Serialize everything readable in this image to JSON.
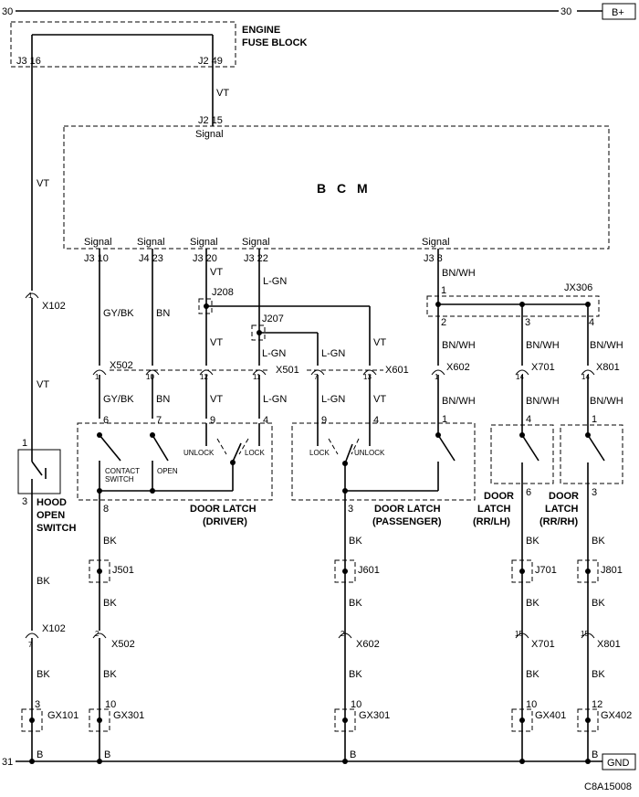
{
  "rails": {
    "top_left_num": "30",
    "top_right_num": "30",
    "top_box": "B+",
    "bottom_left_num": "31",
    "bottom_box": "GND"
  },
  "fuse_block": {
    "line1": "ENGINE",
    "line2": "FUSE BLOCK",
    "pin_left": "J3 16",
    "pin_right": "J2 49",
    "wire": "VT"
  },
  "bcm": {
    "title": "B C M",
    "top_pin": "J2 15",
    "top_signal": "Signal",
    "bottom_pins": [
      {
        "signal": "Signal",
        "pin": "J3 10"
      },
      {
        "signal": "Signal",
        "pin": "J4 23"
      },
      {
        "signal": "Signal",
        "pin": "J3 20"
      },
      {
        "signal": "Signal",
        "pin": "J3 22"
      },
      {
        "signal": "Signal",
        "pin": "J3 8"
      }
    ]
  },
  "hood": {
    "wire_top": "VT",
    "conn1": "X102",
    "pin1": "1",
    "wire_mid": "VT",
    "sw_pin_top": "1",
    "sw_pin_bot": "3",
    "label": [
      "HOOD",
      "OPEN",
      "SWITCH"
    ],
    "wire_bot": "BK",
    "conn2": "X102",
    "pin2": "7",
    "wire_gnd": "BK",
    "gnd_pin": "3",
    "gnd_name": "GX101",
    "gnd_wire": "B"
  },
  "driver": {
    "wire1": "GY/BK",
    "wire2": "BN",
    "wire3": "VT",
    "wire4": "L-GN",
    "conn": "X502",
    "conn2": "X501",
    "pins": [
      "1",
      "10",
      "12",
      "11"
    ],
    "latch_pins": [
      "6",
      "7",
      "9",
      "4"
    ],
    "sw_contact": [
      "CONTACT",
      "SWITCH"
    ],
    "sw_open": "OPEN",
    "sw_unlock": "UNLOCK",
    "sw_lock": "LOCK",
    "label": [
      "DOOR LATCH",
      "(DRIVER)"
    ],
    "out_pin": "8",
    "wire_out": "BK",
    "splice": "J501",
    "wire_after": "BK",
    "conn3": "X502",
    "conn3_pin": "2",
    "wire_gnd": "BK",
    "gnd_pin": "10",
    "gnd_name": "GX301",
    "gnd_wire": "B"
  },
  "splices": {
    "j208": "J208",
    "j207": "J207",
    "vt": "VT",
    "lgn": "L-GN"
  },
  "passenger": {
    "wire_lgn": "L-GN",
    "wire_vt": "VT",
    "conn": "X601",
    "pins": [
      "7",
      "13"
    ],
    "latch_pins": [
      "9",
      "4"
    ],
    "sw_lock": "LOCK",
    "sw_unlock": "UNLOCK",
    "label": [
      "DOOR LATCH",
      "(PASSENGER)"
    ],
    "out_pin": "3",
    "wire_out": "BK",
    "splice": "J601",
    "wire_after": "BK",
    "conn3": "X602",
    "conn3_pin": "2",
    "wire_gnd": "BK",
    "gnd_pin": "10",
    "gnd_name": "GX301",
    "gnd_wire": "B"
  },
  "bnwh": {
    "wire": "BN/WH",
    "jx": "JX306",
    "jx_pins": [
      "1",
      "2",
      "3",
      "4"
    ],
    "wires2": [
      "BN/WH",
      "BN/WH",
      "BN/WH"
    ],
    "conns": [
      "X602",
      "X701",
      "X801"
    ],
    "conn_pins": [
      "1",
      "14",
      "14"
    ],
    "wires3": [
      "BN/WH",
      "BN/WH",
      "BN/WH"
    ],
    "latch_pins": [
      "1",
      "4",
      "1"
    ]
  },
  "rrlh": {
    "label": [
      "DOOR",
      "LATCH",
      "(RR/LH)"
    ],
    "out_pin": "6",
    "wire_out": "BK",
    "splice": "J701",
    "wire_after": "BK",
    "conn3": "X701",
    "conn3_pin": "15",
    "wire_gnd": "BK",
    "gnd_pin": "10",
    "gnd_name": "GX401"
  },
  "rrrh": {
    "label": [
      "DOOR",
      "LATCH",
      "(RR/RH)"
    ],
    "out_pin": "3",
    "wire_out": "BK",
    "splice": "J801",
    "wire_after": "BK",
    "conn3": "X801",
    "conn3_pin": "15",
    "wire_gnd": "BK",
    "gnd_pin": "12",
    "gnd_name": "GX402",
    "gnd_wire": "B"
  },
  "footer": {
    "code": "C8A15008"
  }
}
